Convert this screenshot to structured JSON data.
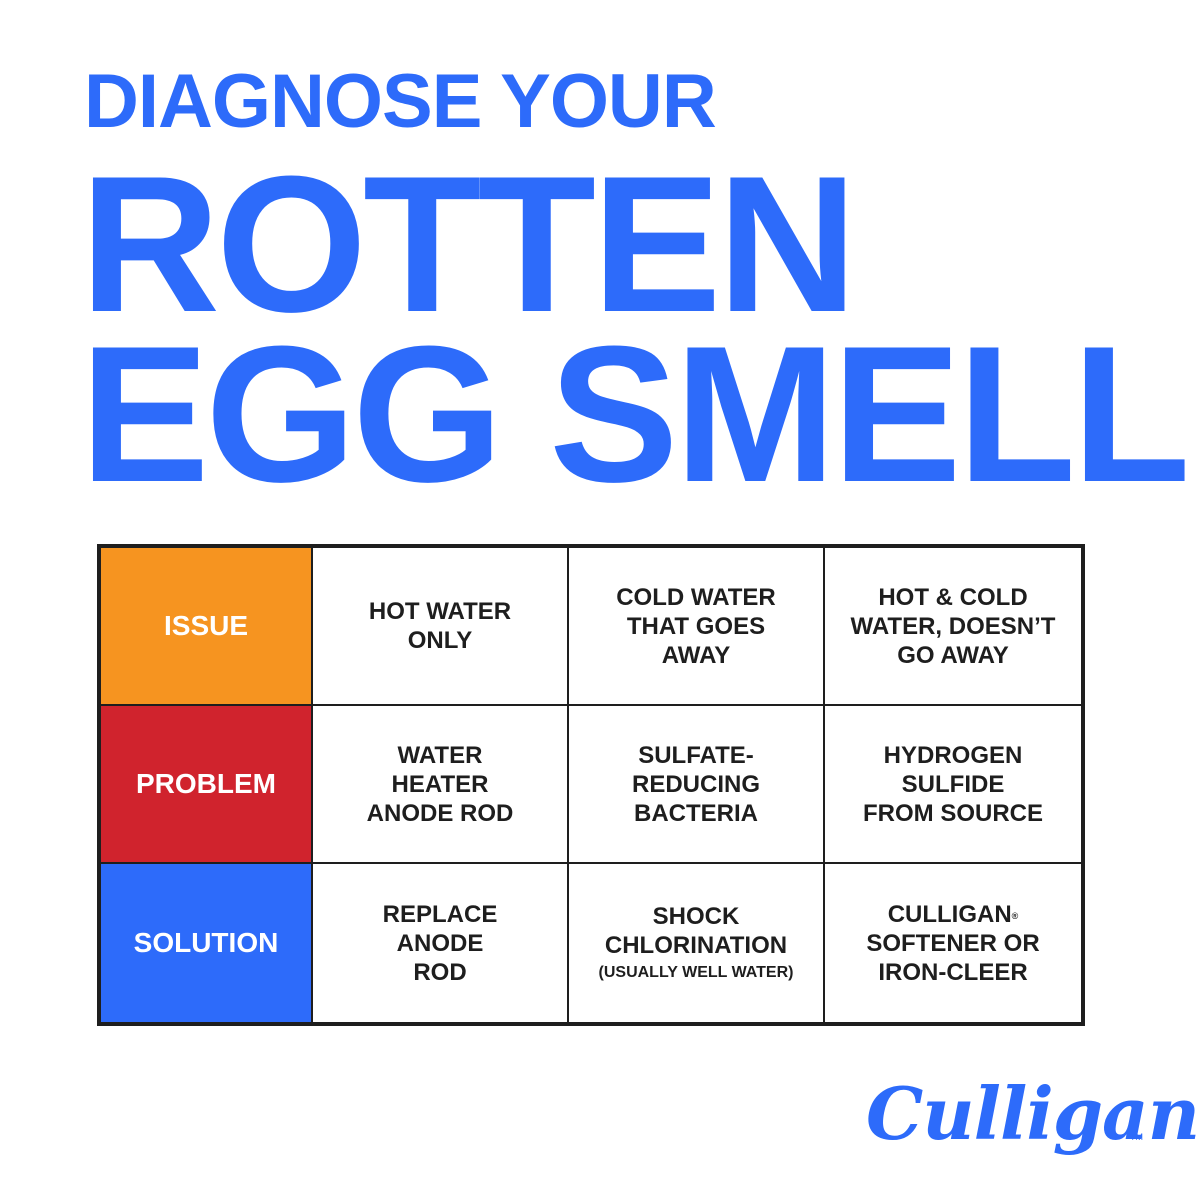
{
  "header": {
    "subtitle": "DIAGNOSE YOUR",
    "title_line1": "ROTTEN",
    "title_line2": "EGG SMELL"
  },
  "table": {
    "rows": [
      {
        "label": "ISSUE",
        "color": "#f69420",
        "cells": [
          {
            "lines": [
              "HOT WATER",
              "ONLY"
            ]
          },
          {
            "lines": [
              "COLD WATER",
              "THAT GOES",
              "AWAY"
            ]
          },
          {
            "lines": [
              "HOT & COLD",
              "WATER, DOESN’T",
              "GO AWAY"
            ]
          }
        ]
      },
      {
        "label": "PROBLEM",
        "color": "#d0232d",
        "cells": [
          {
            "lines": [
              "WATER",
              "HEATER",
              "ANODE ROD"
            ]
          },
          {
            "lines": [
              "SULFATE-",
              "REDUCING",
              "BACTERIA"
            ]
          },
          {
            "lines": [
              "HYDROGEN",
              "SULFIDE",
              "FROM SOURCE"
            ]
          }
        ]
      },
      {
        "label": "SOLUTION",
        "color": "#2d6bfa",
        "cells": [
          {
            "lines": [
              "REPLACE",
              "ANODE",
              "ROD"
            ]
          },
          {
            "lines": [
              "SHOCK",
              "CHLORINATION"
            ],
            "note": "(USUALLY WELL WATER)"
          },
          {
            "lines": [
              "CULLIGAN",
              "SOFTENER OR",
              "IRON-CLEER"
            ],
            "reg_mark": "®"
          }
        ]
      }
    ]
  },
  "logo": {
    "text": "Culligan",
    "trademark": "TM",
    "color": "#2d6bfa"
  },
  "colors": {
    "brand_blue": "#2d6bfa",
    "issue_orange": "#f69420",
    "problem_red": "#d0232d",
    "border": "#1e1e1e"
  }
}
